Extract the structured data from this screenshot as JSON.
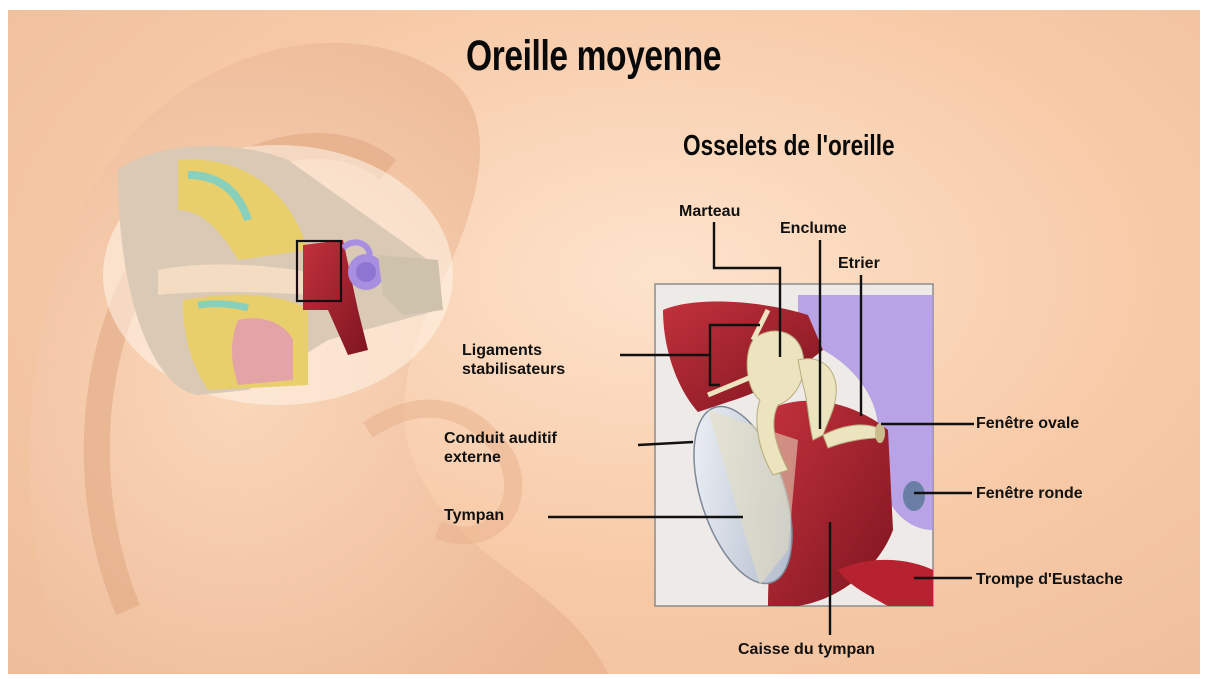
{
  "title": "Oreille moyenne",
  "subtitle": "Osselets de l'oreille",
  "labels": {
    "marteau": "Marteau",
    "enclume": "Enclume",
    "etrier": "Etrier",
    "ligaments_line1": "Ligaments",
    "ligaments_line2": "stabilisateurs",
    "conduit_line1": "Conduit auditif",
    "conduit_line2": "externe",
    "tympan": "Tympan",
    "fenetre_ovale": "Fenêtre ovale",
    "fenetre_ronde": "Fenêtre ronde",
    "trompe": "Trompe d'Eustache",
    "caisse": "Caisse du tympan"
  },
  "colors": {
    "skin": "#f7c9a6",
    "tissue_red": "#9c1f2a",
    "bone_yellow": "#e8cf6a",
    "cochlea_purple": "#a78ee0",
    "ossicle": "#ece3bf"
  }
}
